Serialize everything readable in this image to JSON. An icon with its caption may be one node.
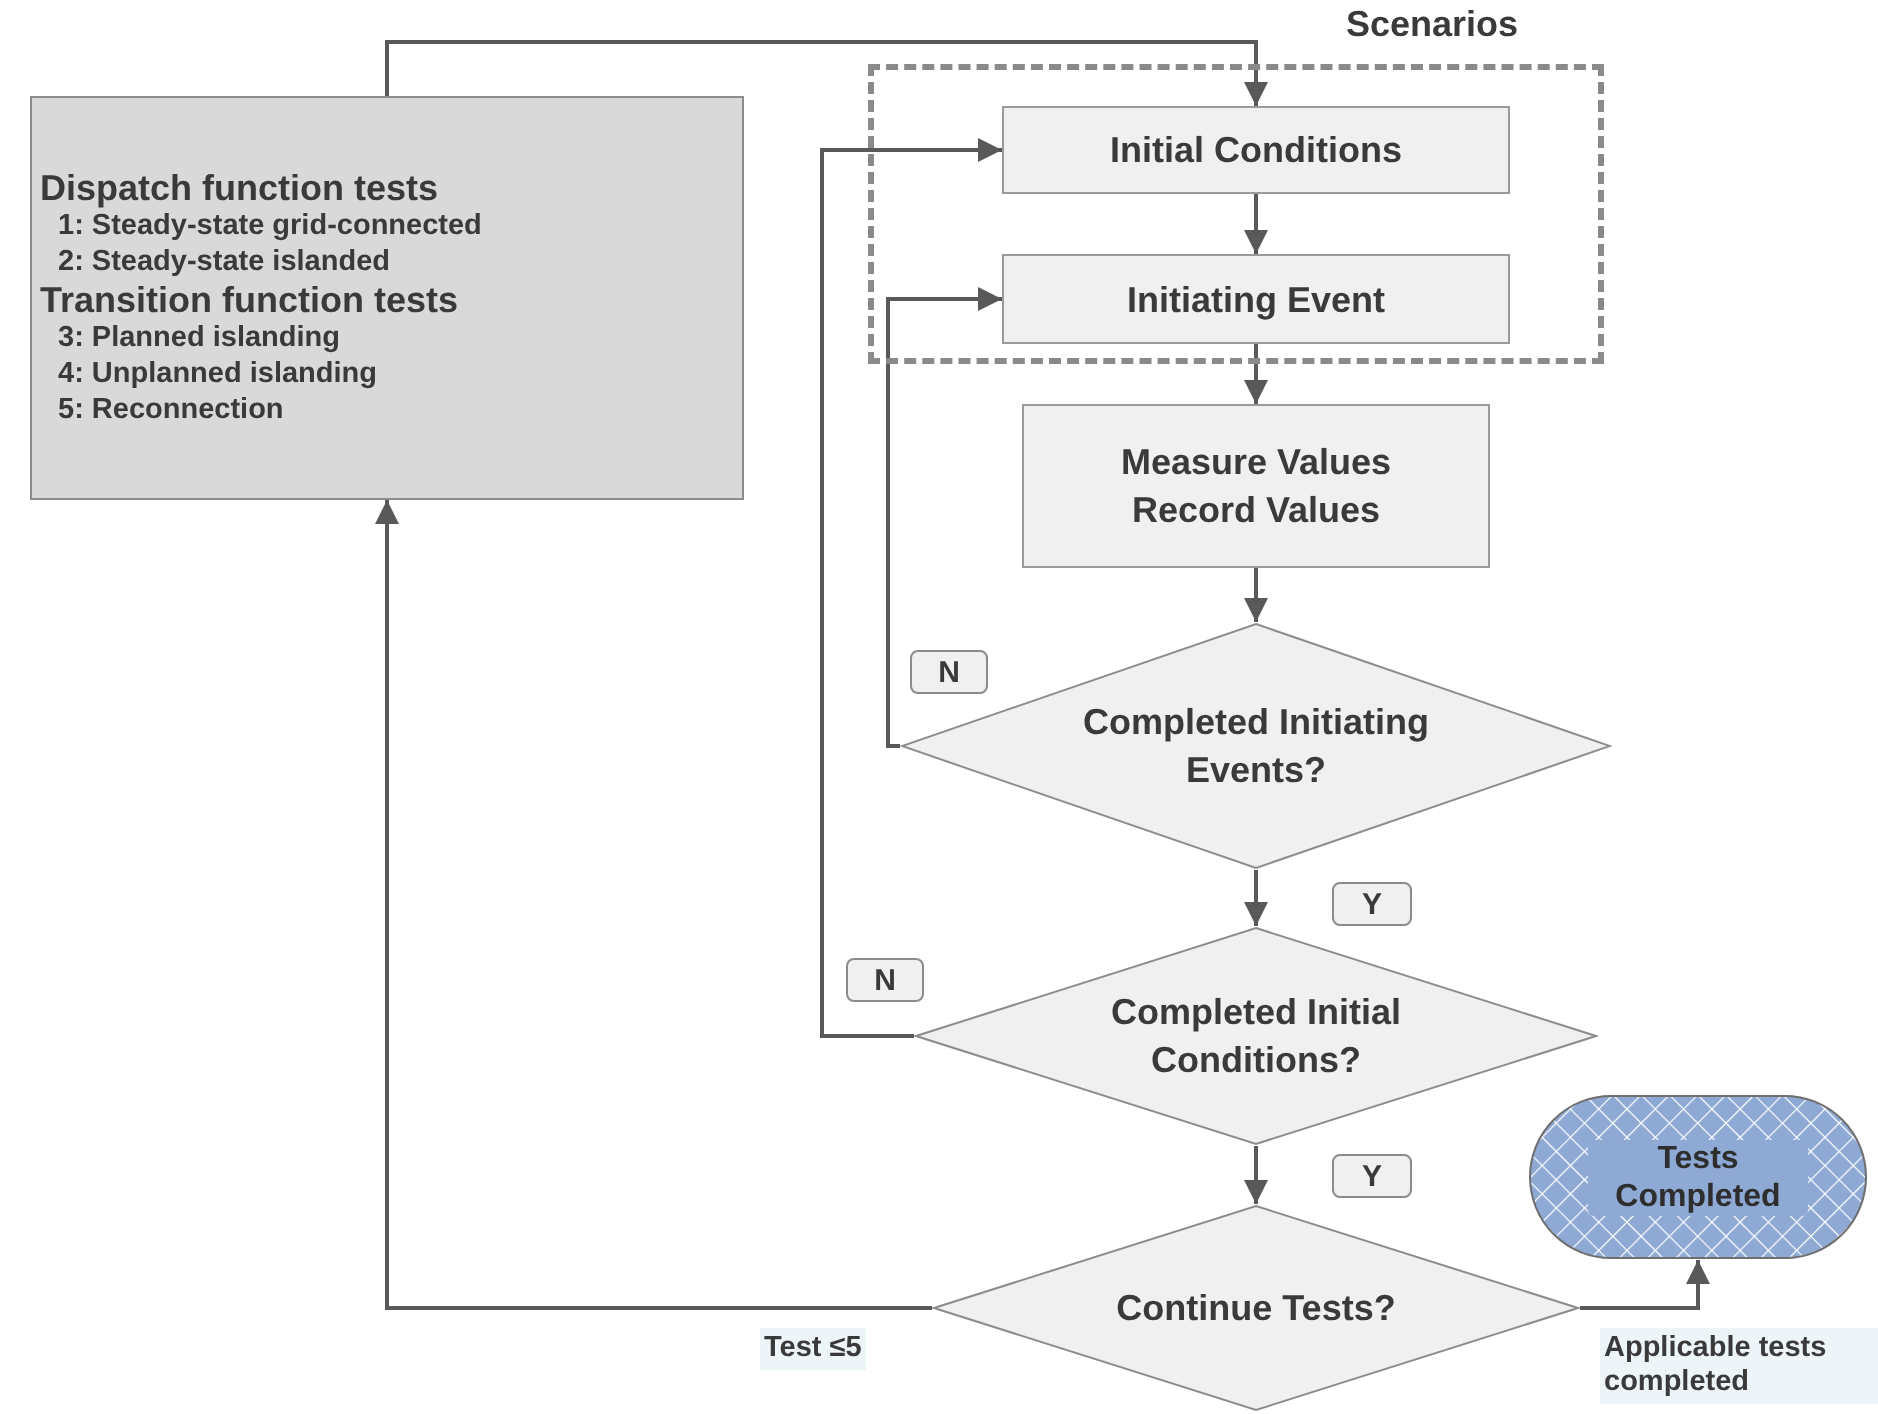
{
  "diagram": {
    "nodes": [
      {
        "text": [
          "Scenarios"
        ]
      },
      {
        "text": [
          "Dispatch function tests",
          "1: Steady-state grid-connected",
          "2: Steady-state islanded",
          "Transition function tests",
          "3: Planned islanding",
          "4: Unplanned islanding",
          "5: Reconnection"
        ]
      },
      {
        "text": [
          "Initial Conditions"
        ],
        "in": 0
      },
      {
        "text": [
          "Initiating Event"
        ],
        "in": 0
      },
      {
        "text": [
          "Measure Values",
          "Record Values"
        ]
      },
      {
        "text": [
          "Completed Initiating Events?"
        ]
      },
      {
        "text": [
          "Completed Initial Conditions?"
        ]
      },
      {
        "text": [
          "Continue Tests?"
        ]
      },
      {
        "text": [
          "Tests Completed"
        ]
      }
    ],
    "edges": [
      {
        "from": 1,
        "to": 2,
        "arrow": "to"
      },
      {
        "from": 2,
        "to": 3,
        "arrow": "to"
      },
      {
        "from": 3,
        "to": 4,
        "arrow": "to"
      },
      {
        "from": 4,
        "to": 5,
        "arrow": "to"
      },
      {
        "from": 5,
        "to": 3,
        "arrow": "to",
        "label": "N"
      },
      {
        "from": 5,
        "to": 6,
        "arrow": "to",
        "label": "Y"
      },
      {
        "from": 6,
        "to": 2,
        "arrow": "to",
        "label": "N"
      },
      {
        "from": 6,
        "to": 7,
        "arrow": "to",
        "label": "Y"
      },
      {
        "from": 7,
        "to": 1,
        "arrow": "to",
        "label": "Test ≤5"
      },
      {
        "from": 7,
        "to": 8,
        "arrow": "to",
        "label": "Applicable tests completed"
      }
    ]
  }
}
